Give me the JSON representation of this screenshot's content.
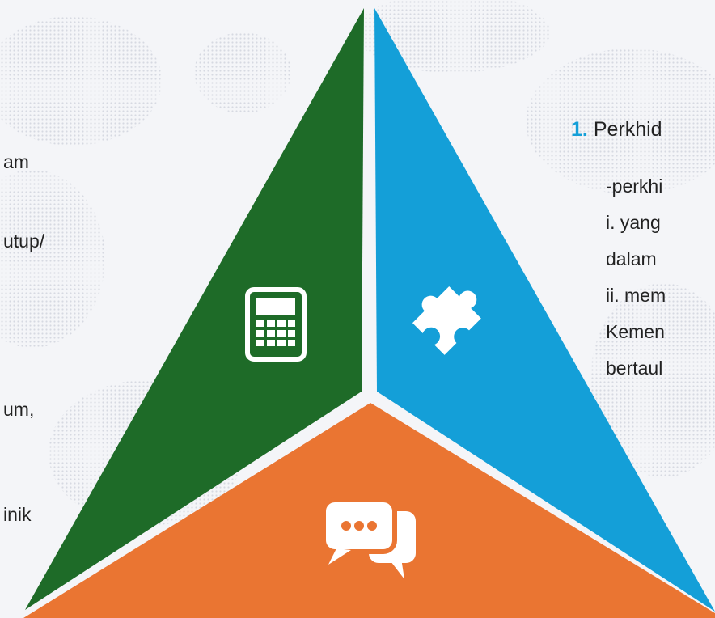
{
  "left_text": {
    "line_1": "am",
    "line_2": "utup/",
    "line_3": "um,",
    "line_4": "inik"
  },
  "right_text": {
    "heading_number": "1.",
    "heading_text": "Perkhid",
    "lines": [
      "-perkhi",
      "i. yang",
      "dalam",
      "ii. mem",
      "Kemen",
      "bertaul"
    ]
  },
  "segments": [
    {
      "name": "green",
      "color": "#1e6b28",
      "icon": "calculator-icon"
    },
    {
      "name": "blue",
      "color": "#149fd8",
      "icon": "puzzle-piece-icon"
    },
    {
      "name": "orange",
      "color": "#ea7532",
      "icon": "chat-bubbles-icon"
    }
  ],
  "accent_color": "#149fd8",
  "icon_color": "#ffffff"
}
